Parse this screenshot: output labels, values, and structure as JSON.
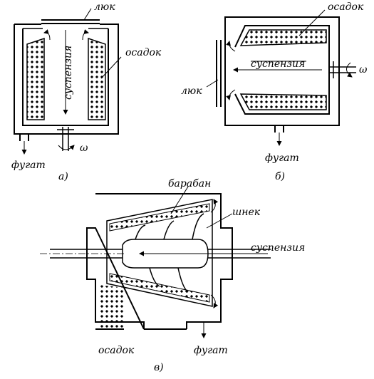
{
  "panel_a": {
    "caption": "а)",
    "hatch_label": "люк",
    "sediment_label": "осадок",
    "suspension_label": "суспензия",
    "filtrate_label": "фугат",
    "omega_label": "ω"
  },
  "panel_b": {
    "caption": "б)",
    "sediment_label": "осадок",
    "suspension_label": "суспензия",
    "hatch_label": "люк",
    "filtrate_label": "фугат",
    "omega_label": "ω"
  },
  "panel_c": {
    "caption": "в)",
    "drum_label": "барабан",
    "screw_label": "шнек",
    "suspension_label": "суспензия",
    "sediment_label": "осадок",
    "filtrate_label": "фугат"
  },
  "colors": {
    "line": "#000000",
    "background": "#ffffff"
  }
}
